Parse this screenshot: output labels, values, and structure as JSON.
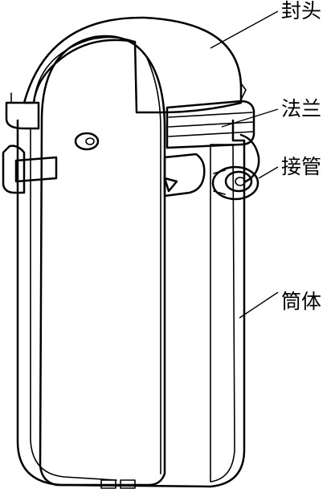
{
  "figure": {
    "subject": "pressure-vessel-cutaway",
    "ink_color": "#000000",
    "paper_color": "#ffffff",
    "callouts": [
      {
        "id": "head",
        "label": "封头"
      },
      {
        "id": "flange",
        "label": "法兰"
      },
      {
        "id": "nozzle",
        "label": "接管"
      },
      {
        "id": "shell",
        "label": "筒体"
      }
    ]
  }
}
